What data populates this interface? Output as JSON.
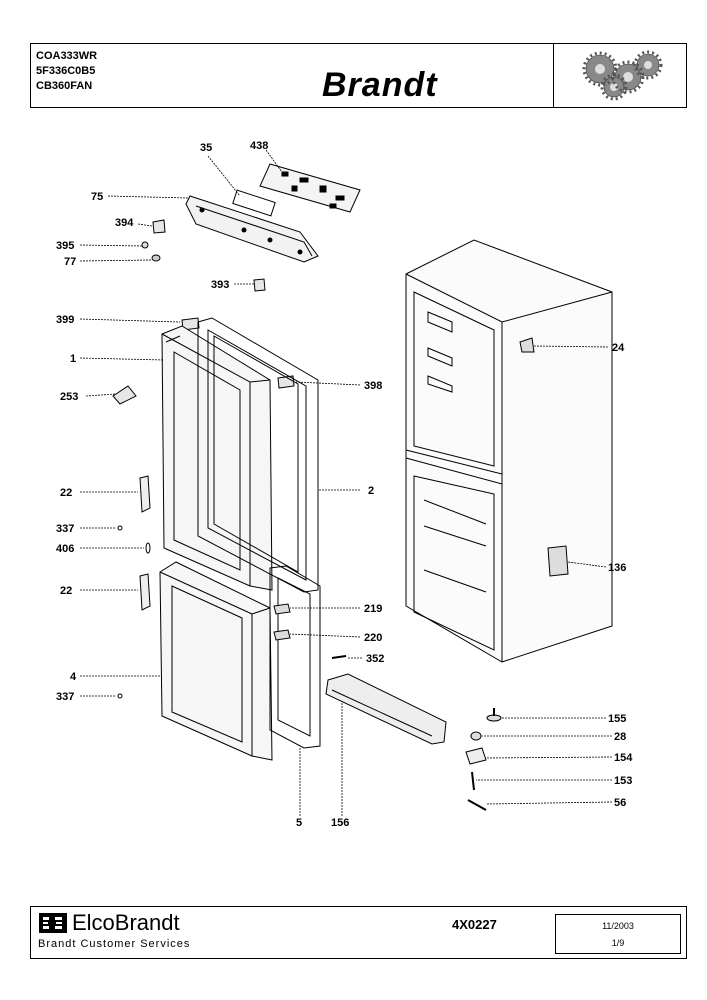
{
  "header": {
    "models": [
      "COA333WR",
      "5F336C0B5",
      "CB360FAN"
    ],
    "brand": "Brandt"
  },
  "footer": {
    "company": "ElcoBrandt",
    "service": "Brandt Customer Services",
    "reference": "4X0227",
    "date": "11/2003",
    "page": "1/9"
  },
  "parts": {
    "p35": "35",
    "p438": "438",
    "p75": "75",
    "p394": "394",
    "p395": "395",
    "p77": "77",
    "p393": "393",
    "p399": "399",
    "p1": "1",
    "p398": "398",
    "p253": "253",
    "p22a": "22",
    "p2": "2",
    "p337a": "337",
    "p406": "406",
    "p22b": "22",
    "p219": "219",
    "p220": "220",
    "p352": "352",
    "p4": "4",
    "p337b": "337",
    "p24": "24",
    "p136": "136",
    "p155": "155",
    "p28": "28",
    "p154": "154",
    "p153": "153",
    "p56": "56",
    "p5": "5",
    "p156": "156"
  }
}
